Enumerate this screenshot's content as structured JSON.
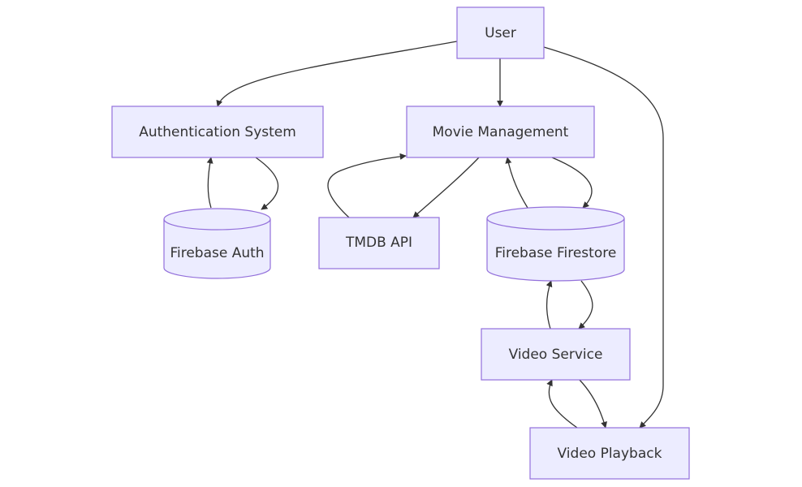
{
  "diagram": {
    "type": "flowchart",
    "colors": {
      "node_fill": "#ECECFF",
      "node_stroke": "#9370DB",
      "edge": "#333333",
      "text": "#333333"
    },
    "nodes": {
      "user": {
        "label": "User",
        "shape": "rectangle"
      },
      "auth_system": {
        "label": "Authentication System",
        "shape": "rectangle"
      },
      "movie_management": {
        "label": "Movie Management",
        "shape": "rectangle"
      },
      "firebase_auth": {
        "label": "Firebase Auth",
        "shape": "cylinder"
      },
      "tmdb_api": {
        "label": "TMDB API",
        "shape": "rectangle"
      },
      "firebase_firestore": {
        "label": "Firebase Firestore",
        "shape": "cylinder"
      },
      "video_service": {
        "label": "Video Service",
        "shape": "rectangle"
      },
      "video_playback": {
        "label": "Video Playback",
        "shape": "rectangle"
      }
    },
    "edges": [
      {
        "from": "User",
        "to": "Authentication System"
      },
      {
        "from": "User",
        "to": "Movie Management"
      },
      {
        "from": "User",
        "to": "Video Playback"
      },
      {
        "from": "Authentication System",
        "to": "Firebase Auth"
      },
      {
        "from": "Firebase Auth",
        "to": "Authentication System"
      },
      {
        "from": "Movie Management",
        "to": "TMDB API"
      },
      {
        "from": "TMDB API",
        "to": "Movie Management"
      },
      {
        "from": "Movie Management",
        "to": "Firebase Firestore"
      },
      {
        "from": "Firebase Firestore",
        "to": "Movie Management"
      },
      {
        "from": "Firebase Firestore",
        "to": "Video Service"
      },
      {
        "from": "Video Service",
        "to": "Firebase Firestore"
      },
      {
        "from": "Video Service",
        "to": "Video Playback"
      },
      {
        "from": "Video Playback",
        "to": "Video Service"
      }
    ]
  }
}
